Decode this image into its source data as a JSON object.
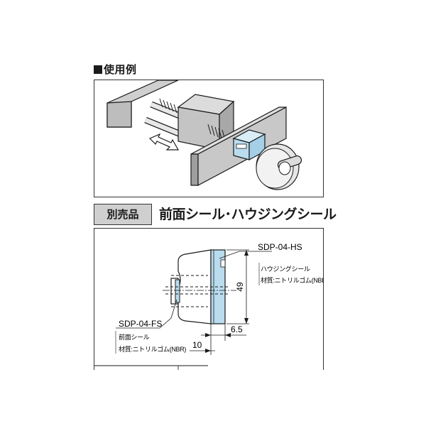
{
  "usage_section": {
    "heading": "使用例"
  },
  "accessory_section": {
    "tag": "別売品",
    "title": "前面シール･ハウジングシール"
  },
  "drawing": {
    "housing_seal": {
      "part_no": "SDP-04-HS",
      "name": "ハウジングシール",
      "material": "材質:ニトリルゴム(NBR)"
    },
    "front_seal": {
      "part_no": "SDP-04-FS",
      "name": "前面シール",
      "material": "材質:ニトリルゴム(NBR)"
    },
    "dimensions": {
      "height": "49",
      "thickness": "6.5",
      "offset": "10"
    }
  },
  "colors": {
    "line": "#1a1a1a",
    "seal_fill": "#b9dcee",
    "rail_fill": "#d6d6d6",
    "box_fill": "#c0c0c0"
  }
}
